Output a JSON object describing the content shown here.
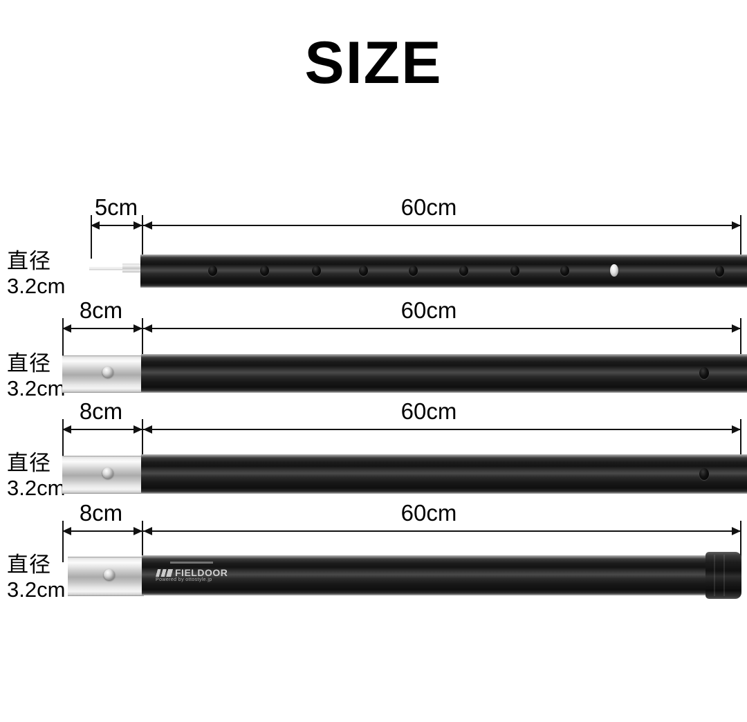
{
  "page": {
    "title": "SIZE",
    "background_color": "#ffffff"
  },
  "brand": {
    "name": "FIELDOOR",
    "tagline": "Powered by ottostyle.jp",
    "logo_mark": "slanted-bars-mark"
  },
  "labels": {
    "diameter_top": "直径",
    "diameter_value": "3.2cm"
  },
  "rows": [
    {
      "id": "pole-section-1",
      "short_dimension": "5cm",
      "long_dimension": "60cm",
      "diameter_top": "直径",
      "diameter_value": "3.2cm",
      "tip_type": "thin-spike",
      "hole_count": 9,
      "has_silver_pin": true,
      "has_end_cap": false
    },
    {
      "id": "pole-section-2",
      "short_dimension": "8cm",
      "long_dimension": "60cm",
      "diameter_top": "直径",
      "diameter_value": "3.2cm",
      "tip_type": "silver-sleeve",
      "hole_count": 1,
      "has_silver_pin": true,
      "has_end_cap": false
    },
    {
      "id": "pole-section-3",
      "short_dimension": "8cm",
      "long_dimension": "60cm",
      "diameter_top": "直径",
      "diameter_value": "3.2cm",
      "tip_type": "silver-sleeve",
      "hole_count": 1,
      "has_silver_pin": true,
      "has_end_cap": false
    },
    {
      "id": "pole-section-4",
      "short_dimension": "8cm",
      "long_dimension": "60cm",
      "diameter_top": "直径",
      "diameter_value": "3.2cm",
      "tip_type": "silver-sleeve",
      "hole_count": 0,
      "has_silver_pin": true,
      "has_end_cap": true,
      "logo": "FIELDOOR"
    }
  ],
  "colors": {
    "pole_black": "#141414",
    "sleeve_silver": "#e2e2e2",
    "line_black": "#111111",
    "text_black": "#000000"
  }
}
